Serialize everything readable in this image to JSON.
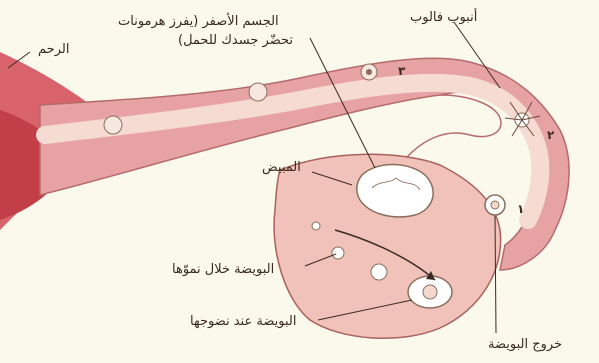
{
  "labels": {
    "uterus": "الرحم",
    "corpus_luteum_line1": "الجسم الأصفر (يفرز هرمونات",
    "corpus_luteum_line2": "تحضّر جسدك للحمل)",
    "fallopian_tube": "أنبوب فالوب",
    "ovary": "المبيض",
    "egg_growing": "البويضة خلال نموّها",
    "egg_mature": "البويضة عند نضوجها",
    "ovulation": "خروج البويضة"
  },
  "stage_numbers": {
    "one": "١",
    "two": "٢",
    "three": "٣"
  },
  "colors": {
    "background": "#fbf8ec",
    "tube_outer": "#e7a3a3",
    "tube_inner": "#f3cfc7",
    "uterus_red": "#c9454c",
    "ovary_fill": "#f1c2ba",
    "corpus_luteum": "#ffffff",
    "line": "#3a2a22"
  }
}
